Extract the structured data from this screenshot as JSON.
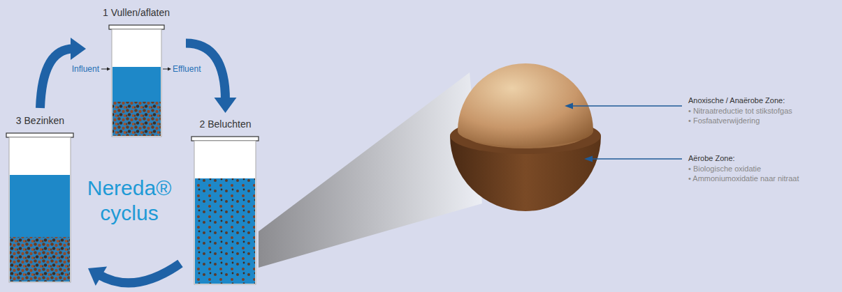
{
  "diagram": {
    "nodes": [
      {
        "text": [
          "1 Vullen/aflaten"
        ]
      },
      {
        "text": [
          "2 Beluchten"
        ]
      },
      {
        "text": [
          "3 Bezinken"
        ]
      }
    ],
    "edges": [
      {
        "from": 0,
        "to": 1,
        "arrow": "to"
      },
      {
        "from": 1,
        "to": 2,
        "arrow": "to"
      },
      {
        "from": 2,
        "to": 0,
        "arrow": "to"
      }
    ],
    "labels": [
      "Influent",
      "Effluent",
      "Nereda® cyclus",
      "Anoxische / Anaërobe Zone:",
      "• Nitraatreductie tot stikstofgas",
      "• Fosfaatverwijdering",
      "Aërobe Zone:",
      "• Biologische oxidatie",
      "• Ammoniumoxidatie naar nitraat"
    ]
  }
}
